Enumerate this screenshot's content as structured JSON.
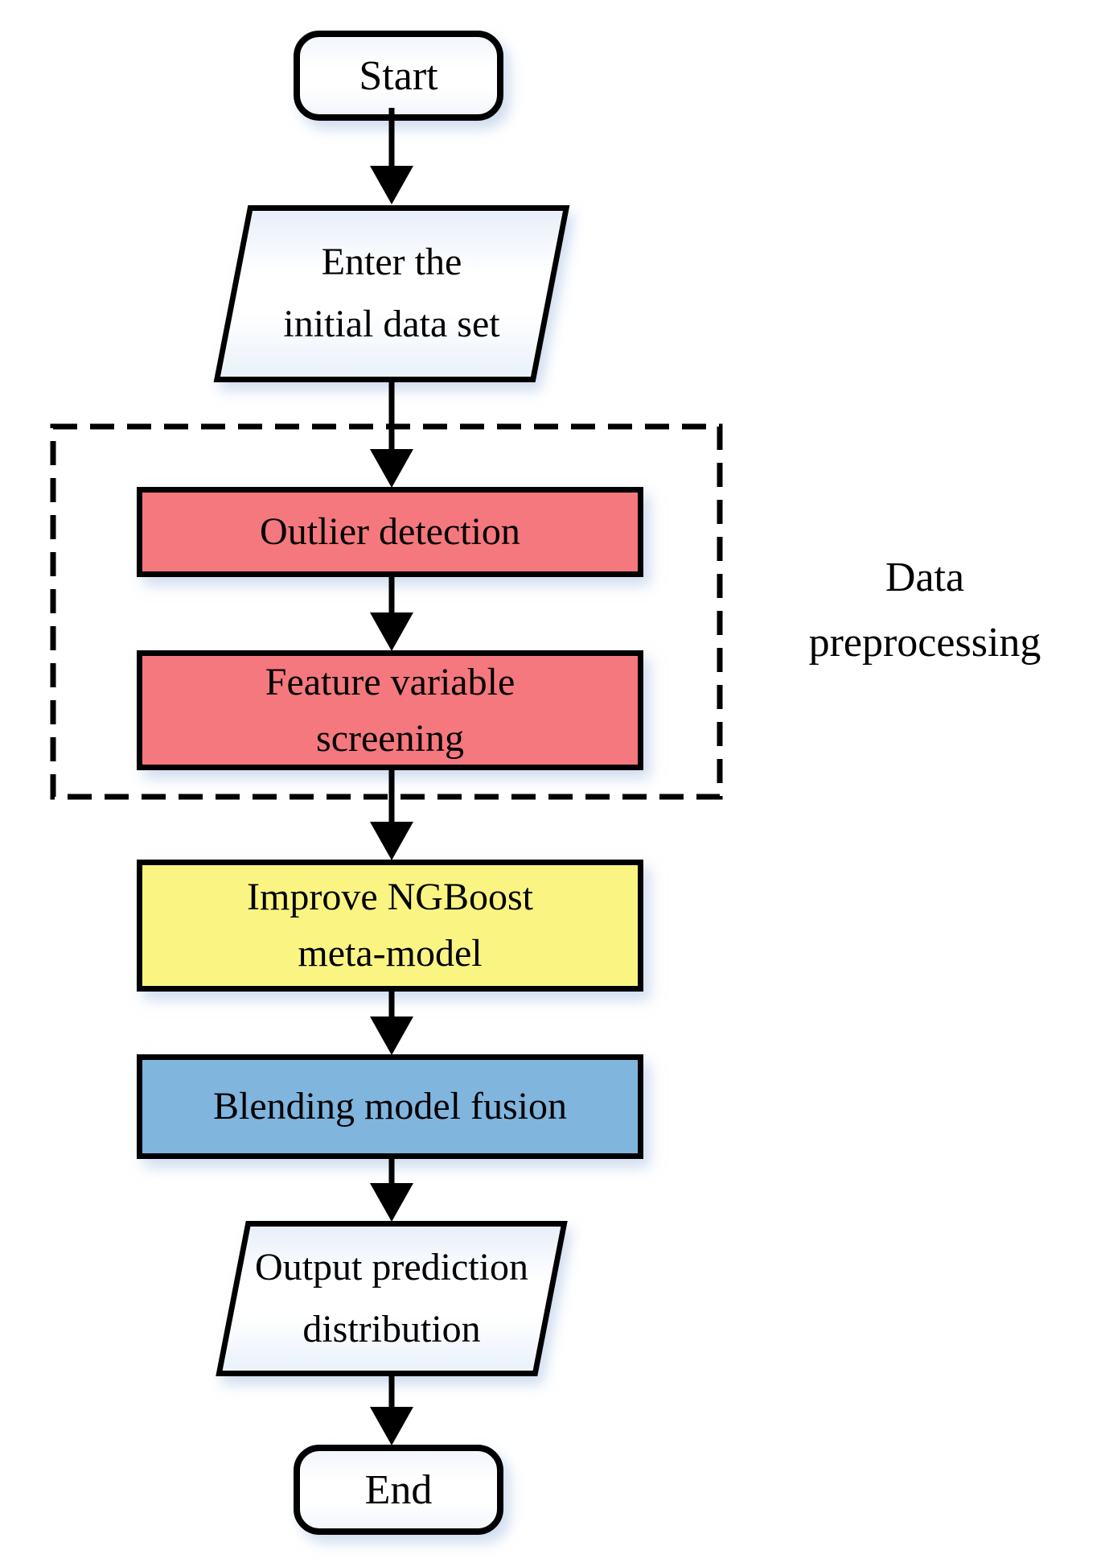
{
  "diagram": {
    "nodes": {
      "start": {
        "label": "Start"
      },
      "input": {
        "label": "Enter the\ninitial data set"
      },
      "outlier": {
        "label": "Outlier detection",
        "fill": "#f4787e"
      },
      "feature": {
        "label": "Feature variable\nscreening",
        "fill": "#f4787e"
      },
      "ngboost": {
        "label": "Improve NGBoost\nmeta-model",
        "fill": "#faf582"
      },
      "blending": {
        "label": "Blending model fusion",
        "fill": "#80b5de"
      },
      "output": {
        "label": "Output prediction\ndistribution"
      },
      "end": {
        "label": "End"
      }
    },
    "group": {
      "label": "Data\npreprocessing"
    },
    "colors": {
      "process_red": "#f4787e",
      "process_yellow": "#faf582",
      "process_blue": "#80b5de",
      "outline": "#000000",
      "shadow_tint": "#a8c0e2",
      "background": "#ffffff"
    }
  }
}
